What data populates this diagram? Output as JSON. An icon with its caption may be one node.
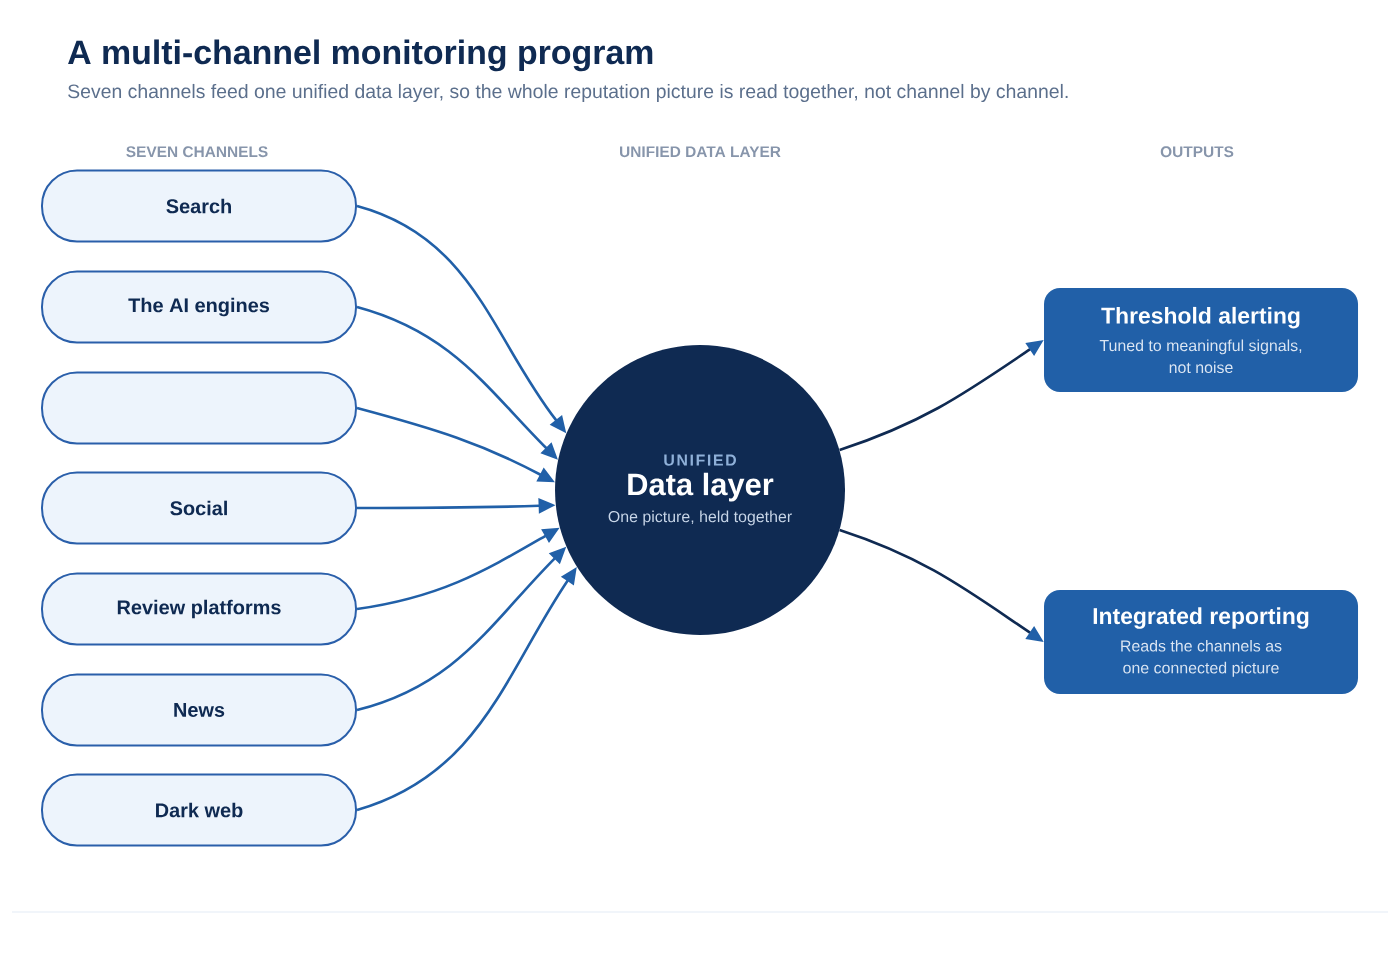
{
  "diagram": {
    "title": "A multi-channel monitoring program",
    "nodes": [
      {
        "text": [
          "Search"
        ]
      },
      {
        "text": [
          "The AI engines"
        ]
      },
      {
        "text": [],
        "shape": "box"
      },
      {
        "text": [
          "Social"
        ]
      },
      {
        "text": [
          "Review platforms"
        ]
      },
      {
        "text": [
          "News"
        ]
      },
      {
        "text": [
          "Dark web"
        ]
      },
      {
        "text": [
          "UNIFIED",
          "Data layer",
          "One picture, held together"
        ]
      },
      {
        "text": [
          "Threshold alerting",
          "Tuned to meaningful signals, not noise"
        ]
      },
      {
        "text": [
          "Integrated reporting",
          "Reads the channels as one connected picture"
        ]
      }
    ],
    "edges": [
      {
        "from": 0,
        "to": 7,
        "arrow": "to"
      },
      {
        "from": 1,
        "to": 7,
        "arrow": "to"
      },
      {
        "from": 2,
        "to": 7,
        "arrow": "to"
      },
      {
        "from": 3,
        "to": 7,
        "arrow": "to"
      },
      {
        "from": 4,
        "to": 7,
        "arrow": "to"
      },
      {
        "from": 5,
        "to": 7,
        "arrow": "to"
      },
      {
        "from": 6,
        "to": 7,
        "arrow": "to"
      },
      {
        "from": 7,
        "to": 8,
        "arrow": "to",
        "color": "#0f2a52"
      },
      {
        "from": 7,
        "to": 9,
        "arrow": "to",
        "color": "#0f2a52"
      }
    ],
    "labels": [
      "Seven channels feed one unified data layer, so the whole reputation picture is read together, not channel by channel.",
      "SEVEN CHANNELS",
      "UNIFIED DATA LAYER",
      "OUTPUTS"
    ]
  }
}
